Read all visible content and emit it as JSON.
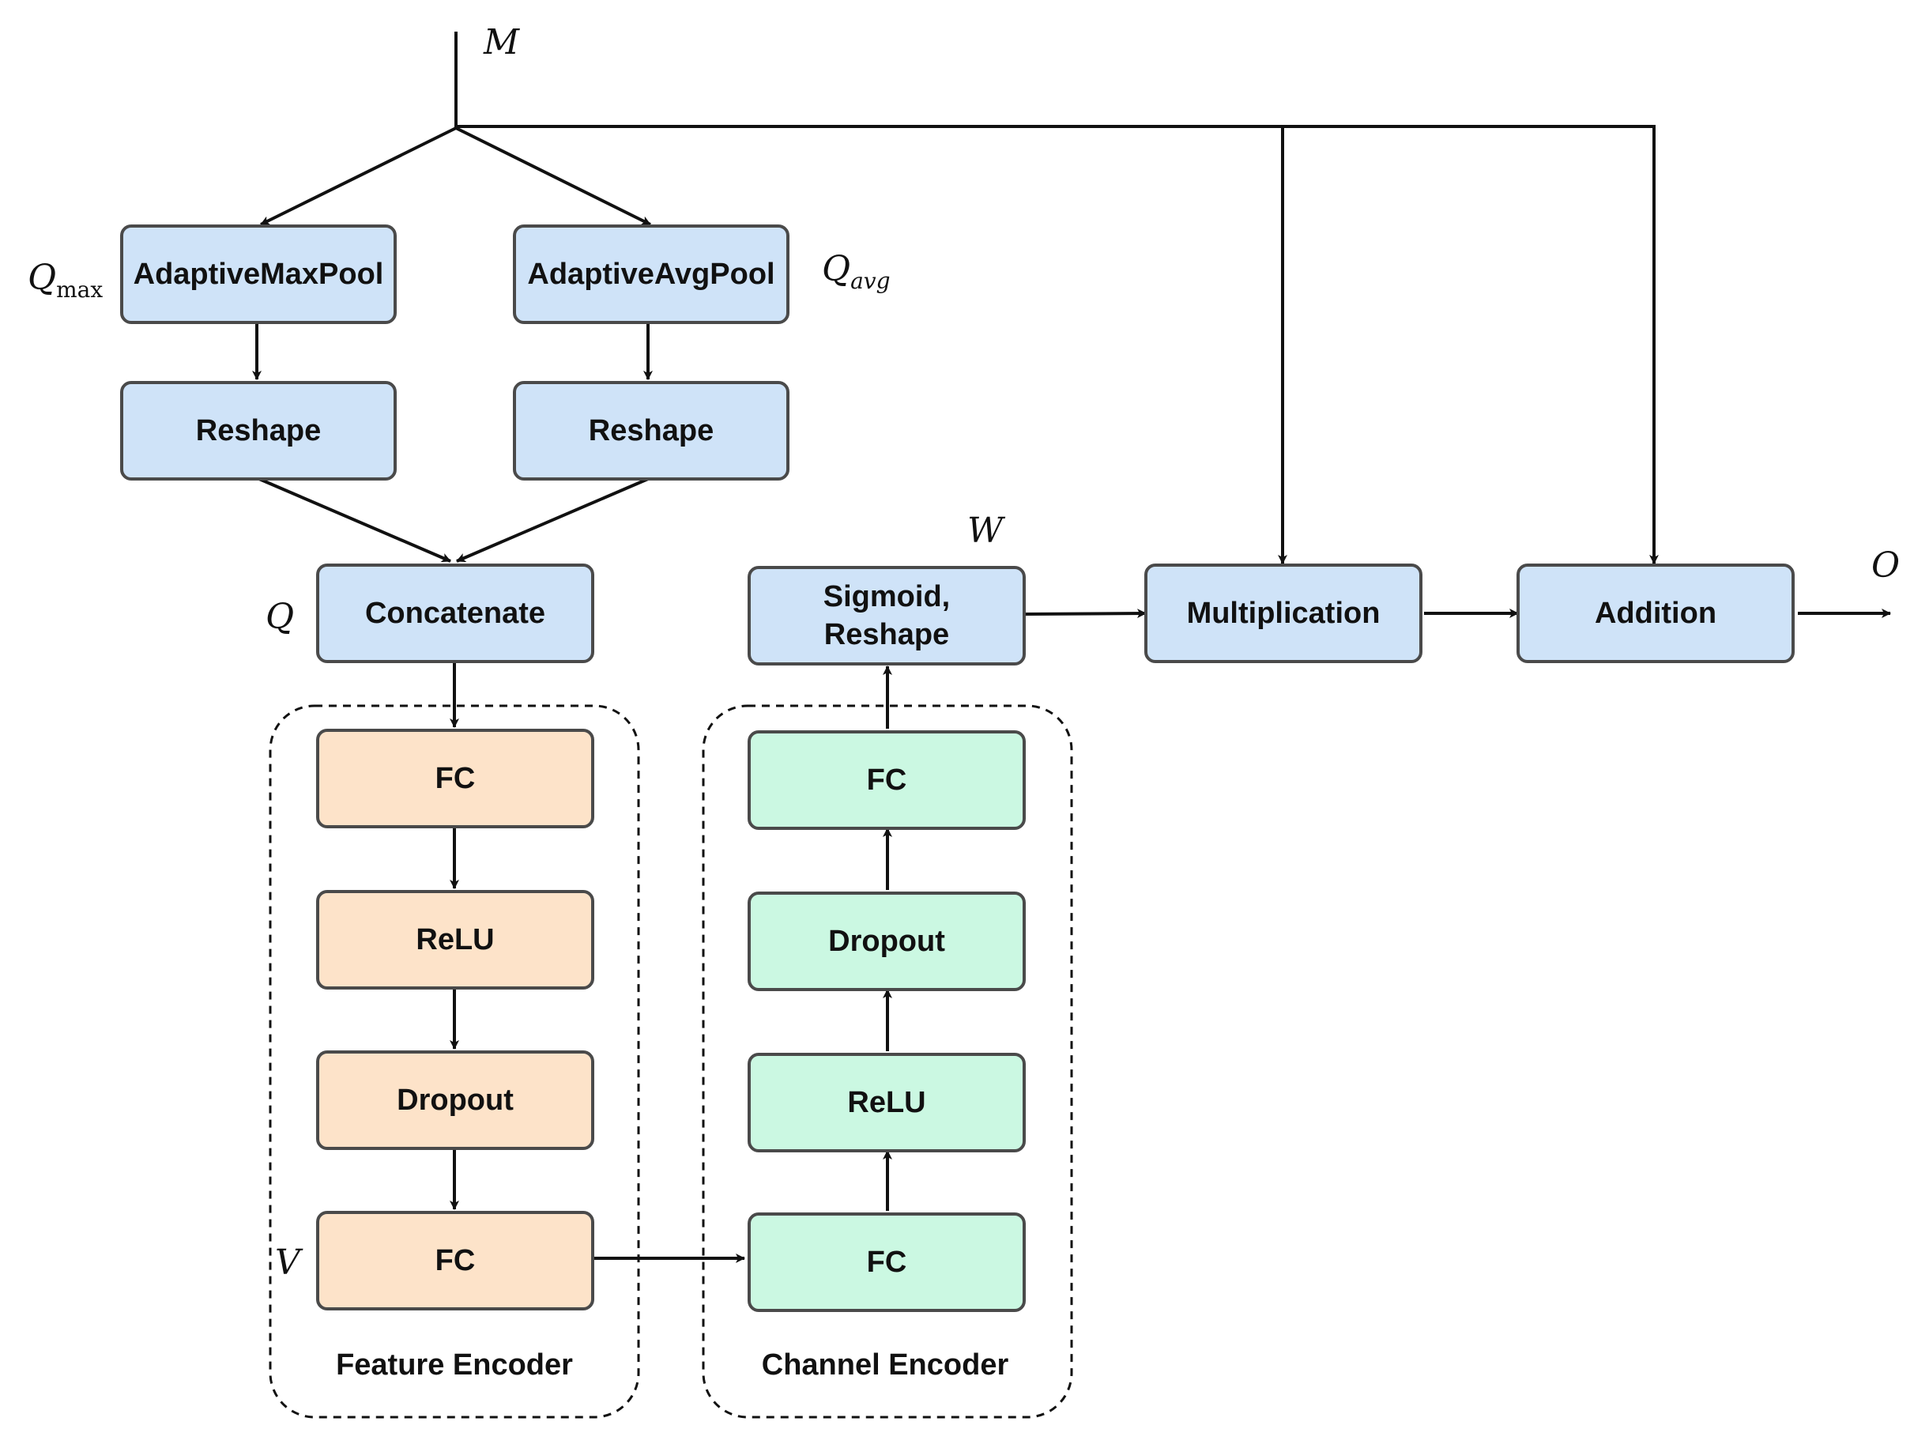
{
  "colors": {
    "process": "#cfe3f8",
    "feature_encoder": "#fde3c9",
    "channel_encoder": "#cbf8e2",
    "line": "#111111",
    "border": "#4a4a4a"
  },
  "nodes": {
    "adaptive_max_pool": "AdaptiveMaxPool",
    "adaptive_avg_pool": "AdaptiveAvgPool",
    "reshape_left": "Reshape",
    "reshape_right": "Reshape",
    "concatenate": "Concatenate",
    "sigmoid_reshape": "Sigmoid,\nReshape",
    "multiplication": "Multiplication",
    "addition": "Addition"
  },
  "feature_encoder": {
    "label": "Feature Encoder",
    "layers": [
      "FC",
      "ReLU",
      "Dropout",
      "FC"
    ]
  },
  "channel_encoder": {
    "label": "Channel Encoder",
    "layers": [
      "FC",
      "Dropout",
      "ReLU",
      "FC"
    ]
  },
  "symbols": {
    "input": "M",
    "q": "Q",
    "q_max_base": "Q",
    "q_max_sub": "max",
    "q_avg_base": "Q",
    "q_avg_sub": "avg",
    "w": "W",
    "v": "V",
    "output": "O"
  }
}
